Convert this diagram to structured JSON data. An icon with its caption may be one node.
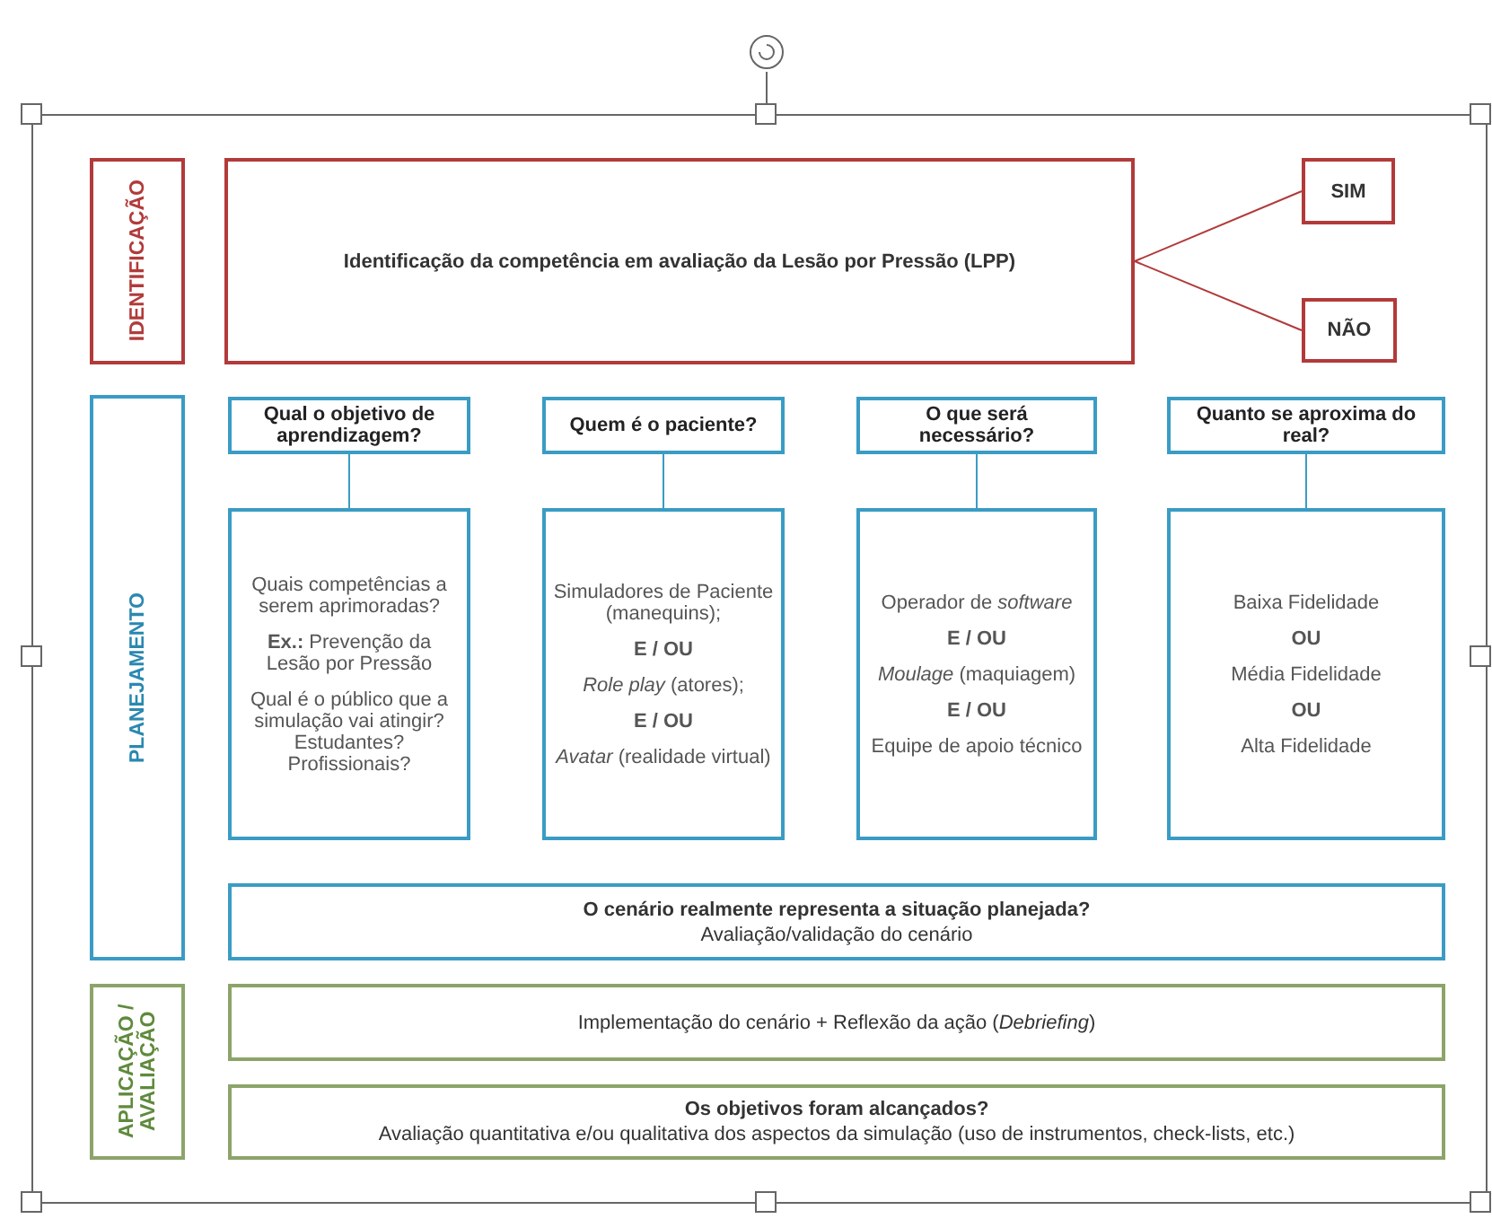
{
  "diagram": {
    "nodes": [
      {
        "text": [
          "IDENTIFICAÇÃO"
        ]
      },
      {
        "text": [
          "Identificação da competência em avaliação da Lesão por Pressão (LPP)"
        ]
      },
      {
        "text": [
          "SIM"
        ]
      },
      {
        "text": [
          "NÃO"
        ]
      },
      {
        "text": [
          "PLANEJAMENTO"
        ]
      },
      {
        "text": [
          "Qual o objetivo de aprendizagem?"
        ]
      },
      {
        "text": [
          "Quem é o paciente?"
        ]
      },
      {
        "text": [
          "O que será necessário?"
        ]
      },
      {
        "text": [
          "Quanto se aproxima do real?"
        ]
      },
      {
        "text": [
          "Quais competências a serem aprimoradas?",
          "**Ex.:** Prevenção da Lesão por Pressão",
          "Qual é o público que a simulação vai atingir? Estudantes? Profissionais?"
        ]
      },
      {
        "text": [
          "Simuladores de Paciente (manequins);",
          "E / OU",
          "*Role play* (atores);",
          "E / OU",
          "*Avatar* (realidade virtual)"
        ]
      },
      {
        "text": [
          "Operador de *software*",
          "E / OU",
          "*Moulage* (maquiagem)",
          "E / OU",
          "Equipe de apoio técnico"
        ]
      },
      {
        "text": [
          "Baixa Fidelidade",
          "OU",
          "Média Fidelidade",
          "OU",
          "Alta Fidelidade"
        ]
      },
      {
        "text": [
          "O cenário realmente representa a situação planejada?",
          "Avaliação/validação do cenário"
        ]
      },
      {
        "text": [
          "APLICAÇÃO / AVALIAÇÃO"
        ]
      },
      {
        "text": [
          "Implementação do cenário + Reflexão da ação (*Debriefing*)"
        ]
      },
      {
        "text": [
          "Os objetivos foram alcançados?",
          "Avaliação quantitativa e/ou qualitativa dos aspectos da simulação (uso de instrumentos, check-lists, etc.)"
        ]
      }
    ],
    "edges": [
      {
        "from": 1,
        "to": 2,
        "arrow": "none",
        "color": "#b23a3a"
      },
      {
        "from": 1,
        "to": 3,
        "arrow": "none",
        "color": "#b23a3a"
      },
      {
        "from": 5,
        "to": 9,
        "arrow": "none"
      },
      {
        "from": 6,
        "to": 10,
        "arrow": "none"
      },
      {
        "from": 7,
        "to": 11,
        "arrow": "none"
      },
      {
        "from": 8,
        "to": 12,
        "arrow": "none"
      }
    ]
  }
}
